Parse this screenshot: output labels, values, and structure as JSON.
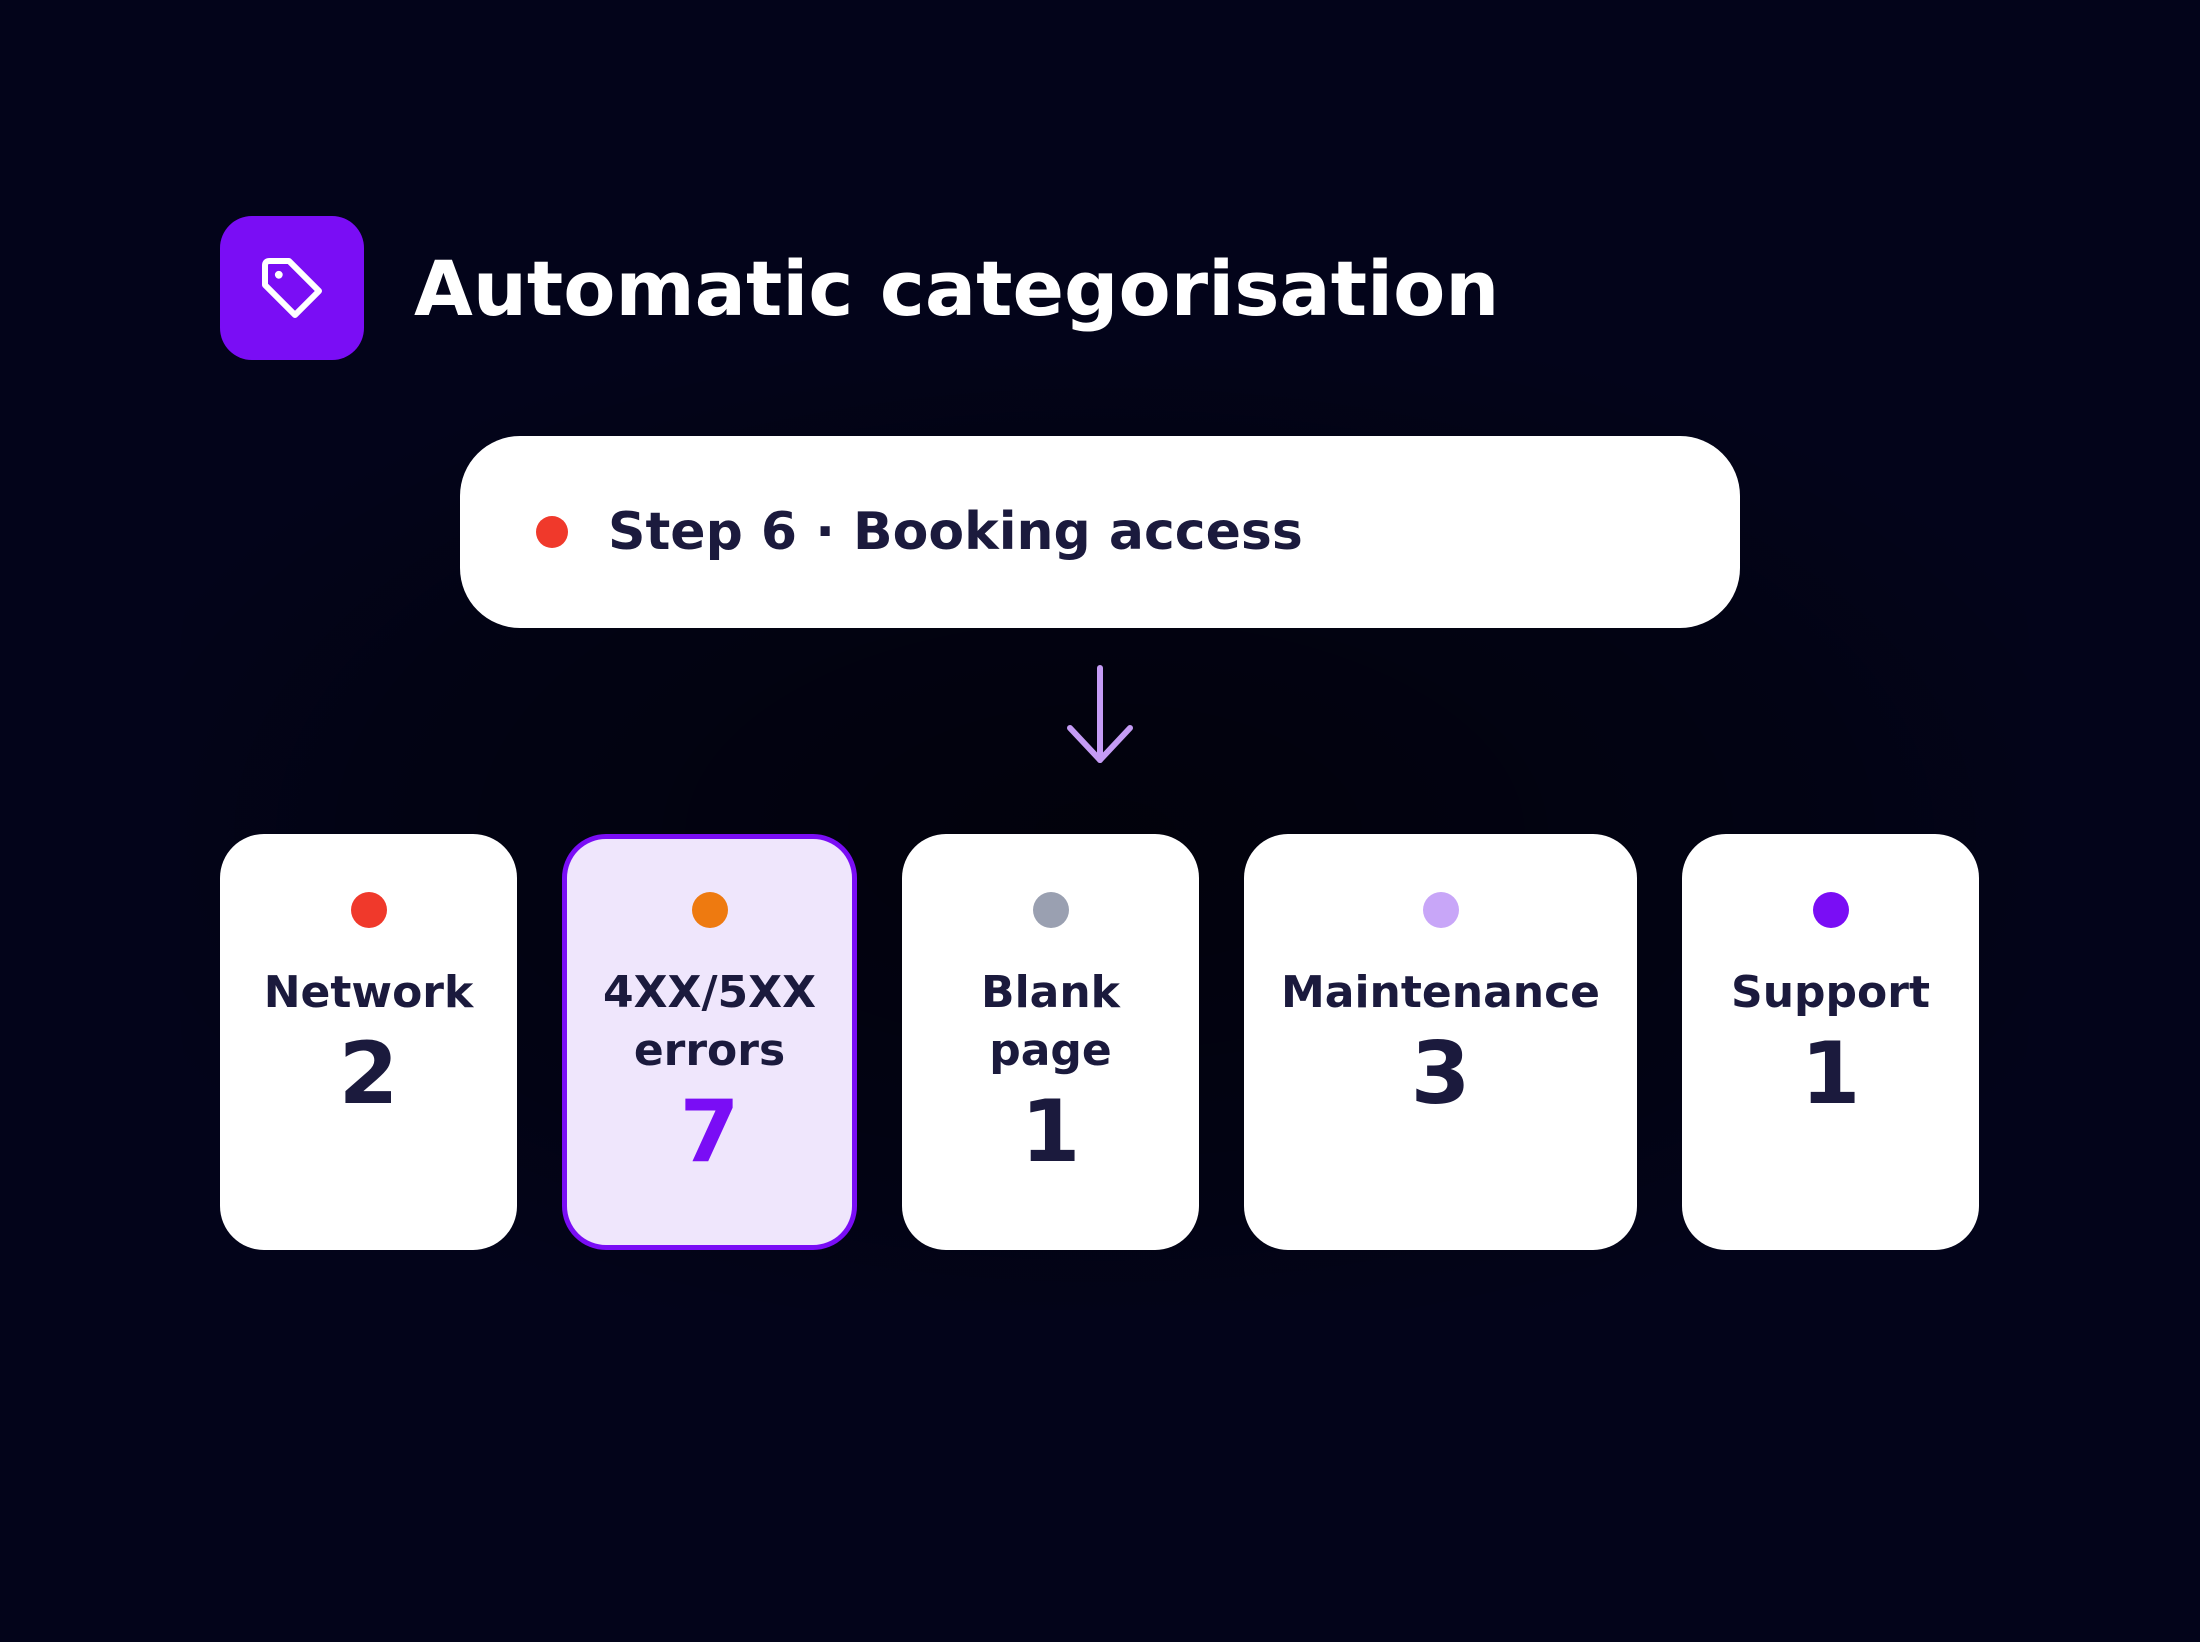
{
  "header": {
    "title": "Automatic categorisation",
    "icon": "tag-icon",
    "badge_color": "#7a0df5"
  },
  "step": {
    "label": "Step 6 · Booking access",
    "dot_color": "#f0392b"
  },
  "flow": {
    "arrow_icon": "arrow-down-icon",
    "arrow_color": "#c59cf5"
  },
  "categories": [
    {
      "label": "Network",
      "count": "2",
      "dot_color": "#f0392b",
      "highlighted": false
    },
    {
      "label": "4XX/5XX\nerrors",
      "count": "7",
      "dot_color": "#ee7a10",
      "highlighted": true
    },
    {
      "label": "Blank\npage",
      "count": "1",
      "dot_color": "#9aa0b1",
      "highlighted": false
    },
    {
      "label": "Maintenance",
      "count": "3",
      "dot_color": "#c8a6f8",
      "highlighted": false
    },
    {
      "label": "Support",
      "count": "1",
      "dot_color": "#7a0df5",
      "highlighted": false
    }
  ]
}
